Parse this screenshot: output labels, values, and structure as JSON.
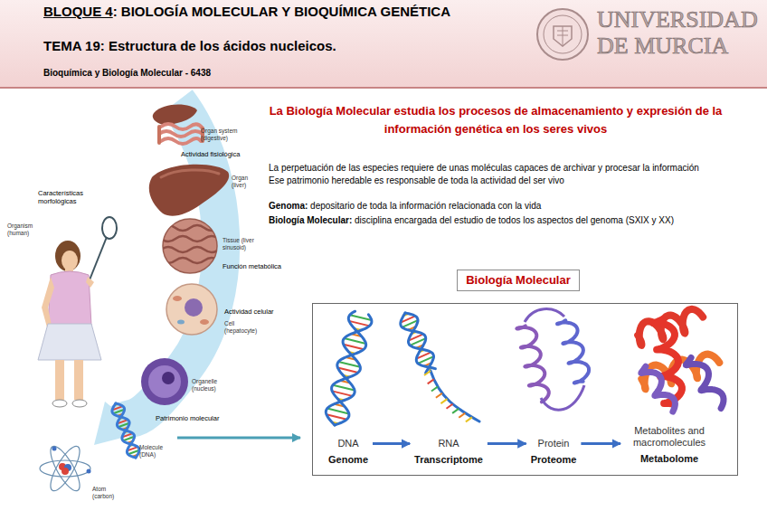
{
  "diagram": {
    "title": "BLOQUE 4: BIOLOGÍA MOLECULAR Y BIOQUÍMICA GENÉTICA",
    "nodes": [
      {
        "text": [
          "Biología Molecular"
        ]
      },
      {
        "text": [
          "DNA",
          "Genome"
        ]
      },
      {
        "text": [
          "RNA",
          "Transcriptome"
        ]
      },
      {
        "text": [
          "Protein",
          "Proteome"
        ]
      },
      {
        "text": [
          "Metabolites and macromolecules",
          "Metabolome"
        ]
      }
    ],
    "edges": [
      {
        "from": 1,
        "to": 2,
        "arrow": "to"
      },
      {
        "from": 2,
        "to": 3,
        "arrow": "to"
      },
      {
        "from": 3,
        "to": 4,
        "arrow": "to"
      }
    ],
    "labels": [
      "TEMA 19: Estructura de los ácidos nucleicos.",
      "Bioquímica y Biología Molecular - 6438",
      "UNIVERSIDAD",
      "DE MURCIA",
      "La Biología Molecular estudia los procesos de almacenamiento y expresión de la información genética en los seres vivos",
      "La perpetuación de las especies requiere de unas moléculas capaces de archivar y procesar la información",
      "Ese patrimonio heredable es responsable de toda la actividad del ser vivo",
      "Genoma: depositario de toda la información relacionada con la vida",
      "Biología Molecular: disciplina encargada del estudio de todos los aspectos del genoma (SXIX y XX)",
      "Organ system (digestive)",
      "Actividad fisiológica",
      "Características morfológicas",
      "Organ (liver)",
      "Organism (human)",
      "Tissue (liver sinusoid)",
      "Función metabólica",
      "Actividad celular",
      "Cell (hepatocyte)",
      "Organelle (nucleus)",
      "Patrimonio molecular",
      "Molecule (DNA)",
      "Atom (carbon)"
    ]
  }
}
